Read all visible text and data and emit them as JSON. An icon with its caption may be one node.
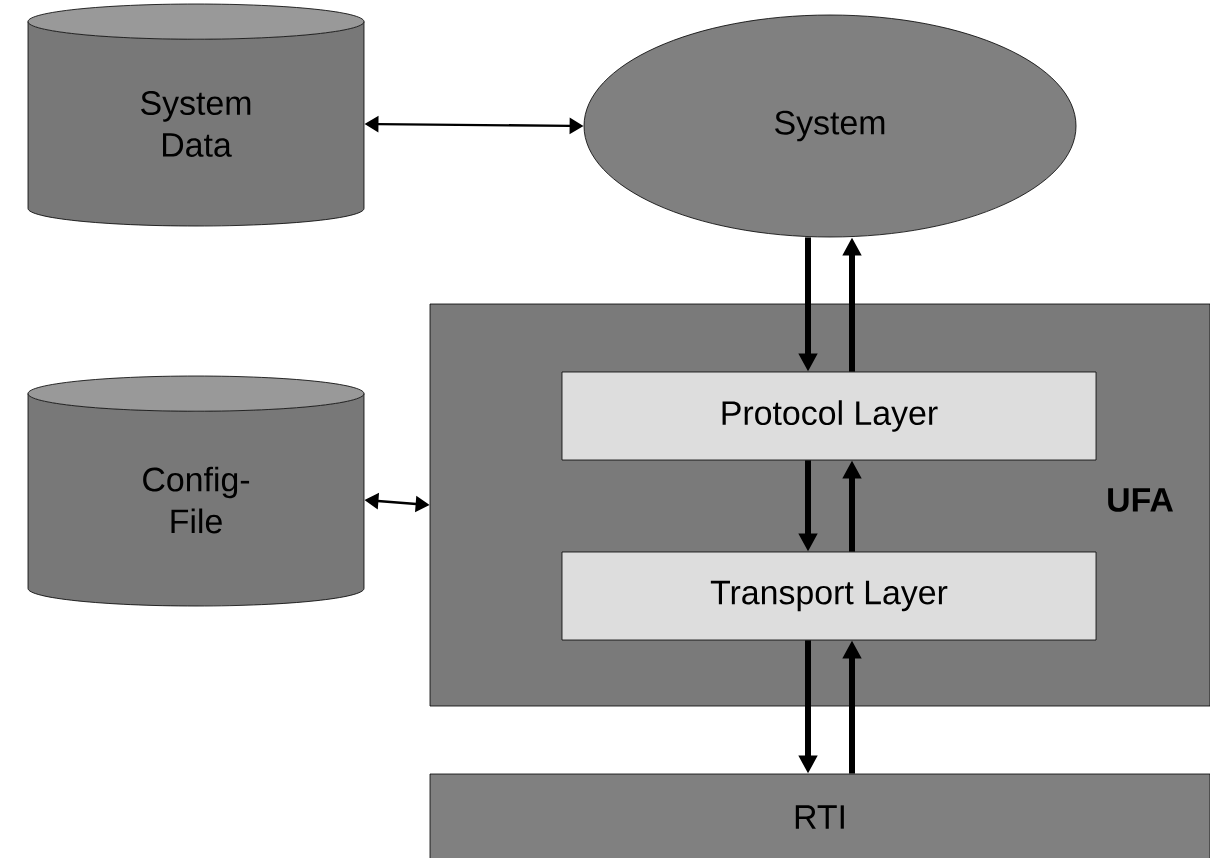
{
  "diagram": {
    "nodes": [
      {
        "text": [
          "System Data"
        ]
      },
      {
        "text": [
          "System"
        ]
      },
      {
        "text": [
          "UFA"
        ]
      },
      {
        "text": [
          "Protocol Layer"
        ],
        "in": 2
      },
      {
        "text": [
          "Transport Layer"
        ],
        "in": 2
      },
      {
        "text": [
          "Config-File"
        ]
      },
      {
        "text": [
          "RTI"
        ]
      }
    ],
    "edges": [
      {
        "from": 0,
        "to": 1,
        "arrow": "both"
      },
      {
        "from": 1,
        "to": 3,
        "arrow": "to"
      },
      {
        "from": 3,
        "to": 1,
        "arrow": "to"
      },
      {
        "from": 3,
        "to": 4,
        "arrow": "to"
      },
      {
        "from": 4,
        "to": 3,
        "arrow": "to"
      },
      {
        "from": 4,
        "to": 6,
        "arrow": "to"
      },
      {
        "from": 6,
        "to": 4,
        "arrow": "to"
      },
      {
        "from": 5,
        "to": 2,
        "arrow": "both"
      }
    ]
  }
}
